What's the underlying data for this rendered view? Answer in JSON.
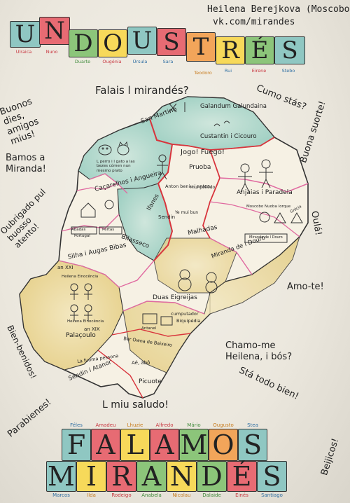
{
  "header": {
    "credit_name": "Heilena Berejkova (Moscobo)",
    "credit_link": "vk.com/mirandes",
    "blocks": [
      {
        "letter": "U",
        "color": "#8fc7c2"
      },
      {
        "letter": "N",
        "color": "#e76b73"
      },
      {
        "letter": "D",
        "color": "#8cc57a"
      },
      {
        "letter": "O",
        "color": "#f7d95a"
      },
      {
        "letter": "U",
        "color": "#8fc7c2"
      },
      {
        "letter": "S",
        "color": "#e76b73"
      },
      {
        "letter": "T",
        "color": "#f2a55a"
      },
      {
        "letter": "R",
        "color": "#f7d95a"
      },
      {
        "letter": "É",
        "color": "#8cc57a"
      },
      {
        "letter": "S",
        "color": "#8fc7c2"
      }
    ],
    "names_row1": [
      {
        "text": "Ulraica",
        "color": "#c8353f"
      },
      {
        "text": "Nuno",
        "color": "#c8353f"
      },
      {
        "text": "Duarte",
        "color": "#3f8a3a"
      },
      {
        "text": "Ougénia",
        "color": "#c8353f"
      },
      {
        "text": "Úrsula",
        "color": "#2f6fa3"
      },
      {
        "text": "Sara",
        "color": "#2f6fa3"
      }
    ],
    "names_row2": [
      {
        "text": "Teodoro",
        "color": "#c77b1c"
      },
      {
        "text": "Rui",
        "color": "#2f6fa3"
      },
      {
        "text": "Eirene",
        "color": "#c8353f"
      },
      {
        "text": "Stebo",
        "color": "#2f6fa3"
      }
    ]
  },
  "phrases": {
    "falais": "Falais l mirandés?",
    "cumo_stas": "Cumo stás?",
    "buona_suorte": "Buona suorte!",
    "buonos_dies": "Buonos dies, amigos mius!",
    "bamos": "Bamos a Miranda!",
    "oubrigado": "Oubrigado pul buosso atento!",
    "oula": "Oulá!",
    "amo_te": "Amo-te!",
    "bien_benidos": "Bien-benidos!",
    "chamo_me": "Chamo-me Heilena, i bós?",
    "sta_todo_bien": "Stá todo bien!",
    "l_miu_saludo": "L miu saludo!",
    "parabienes": "Parabienes!",
    "beijicos": "Beijicos!"
  },
  "map": {
    "regions": [
      "San Martino",
      "Galandum Galundaina",
      "Custantin i Cicouro",
      "Caçarelhos i Angueira",
      "Ifanes",
      "Pruoba",
      "Anton beniu i anton.",
      "Jogo! Fuego!",
      "Anjaias i Paradela",
      "Malhadas",
      "Sendin",
      "Silha i Augas Bibas",
      "Bilasseco",
      "Miranda de l Douro",
      "Duas Eigreijas",
      "Palaçoulo",
      "Ber Owna de Baixeiro",
      "Picuote",
      "Sendin i Atanor"
    ],
    "notes": [
      "L perro i l gato a las bezes cómen nun mesmo prato",
      "Abadas",
      "Pertas",
      "Portugal",
      "mui poliêdo",
      "Ye mui bun",
      "Moscobo",
      "Nuoba Iorque",
      "Gréçia",
      "Miranda de l Douro",
      "an XXI",
      "Heilena Einocência",
      "Heilena Einocência",
      "an XIX",
      "La fuoma pessona",
      "cumputador",
      "Biquipédia",
      "Antanel",
      "Aé, abô"
    ]
  },
  "footer": {
    "row1": [
      {
        "letter": "F",
        "color": "#8fc7c2",
        "name": "Féles",
        "name_color": "#2f6fa3"
      },
      {
        "letter": "A",
        "color": "#e76b73",
        "name": "Amadeu",
        "name_color": "#c8353f"
      },
      {
        "letter": "L",
        "color": "#f7d95a",
        "name": "Lhuzie",
        "name_color": "#c77b1c"
      },
      {
        "letter": "A",
        "color": "#e76b73",
        "name": "Alfredo",
        "name_color": "#c8353f"
      },
      {
        "letter": "M",
        "color": "#8cc57a",
        "name": "Mário",
        "name_color": "#3f8a3a"
      },
      {
        "letter": "O",
        "color": "#f2a55a",
        "name": "Ougusto",
        "name_color": "#c77b1c"
      },
      {
        "letter": "S",
        "color": "#8fc7c2",
        "name": "Stea",
        "name_color": "#2f6fa3"
      }
    ],
    "row2": [
      {
        "letter": "M",
        "color": "#8fc7c2",
        "name": "Marcos",
        "name_color": "#2f6fa3"
      },
      {
        "letter": "I",
        "color": "#f7d95a",
        "name": "Ilda",
        "name_color": "#c77b1c"
      },
      {
        "letter": "R",
        "color": "#e76b73",
        "name": "Rodeigo",
        "name_color": "#c8353f"
      },
      {
        "letter": "A",
        "color": "#8cc57a",
        "name": "Anabela",
        "name_color": "#3f8a3a"
      },
      {
        "letter": "N",
        "color": "#f7d95a",
        "name": "Nicolau",
        "name_color": "#c77b1c"
      },
      {
        "letter": "D",
        "color": "#8cc57a",
        "name": "Dalaide",
        "name_color": "#3f8a3a"
      },
      {
        "letter": "É",
        "color": "#e76b73",
        "name": "Einés",
        "name_color": "#c8353f"
      },
      {
        "letter": "S",
        "color": "#8fc7c2",
        "name": "Santiago",
        "name_color": "#2f6fa3"
      }
    ]
  }
}
